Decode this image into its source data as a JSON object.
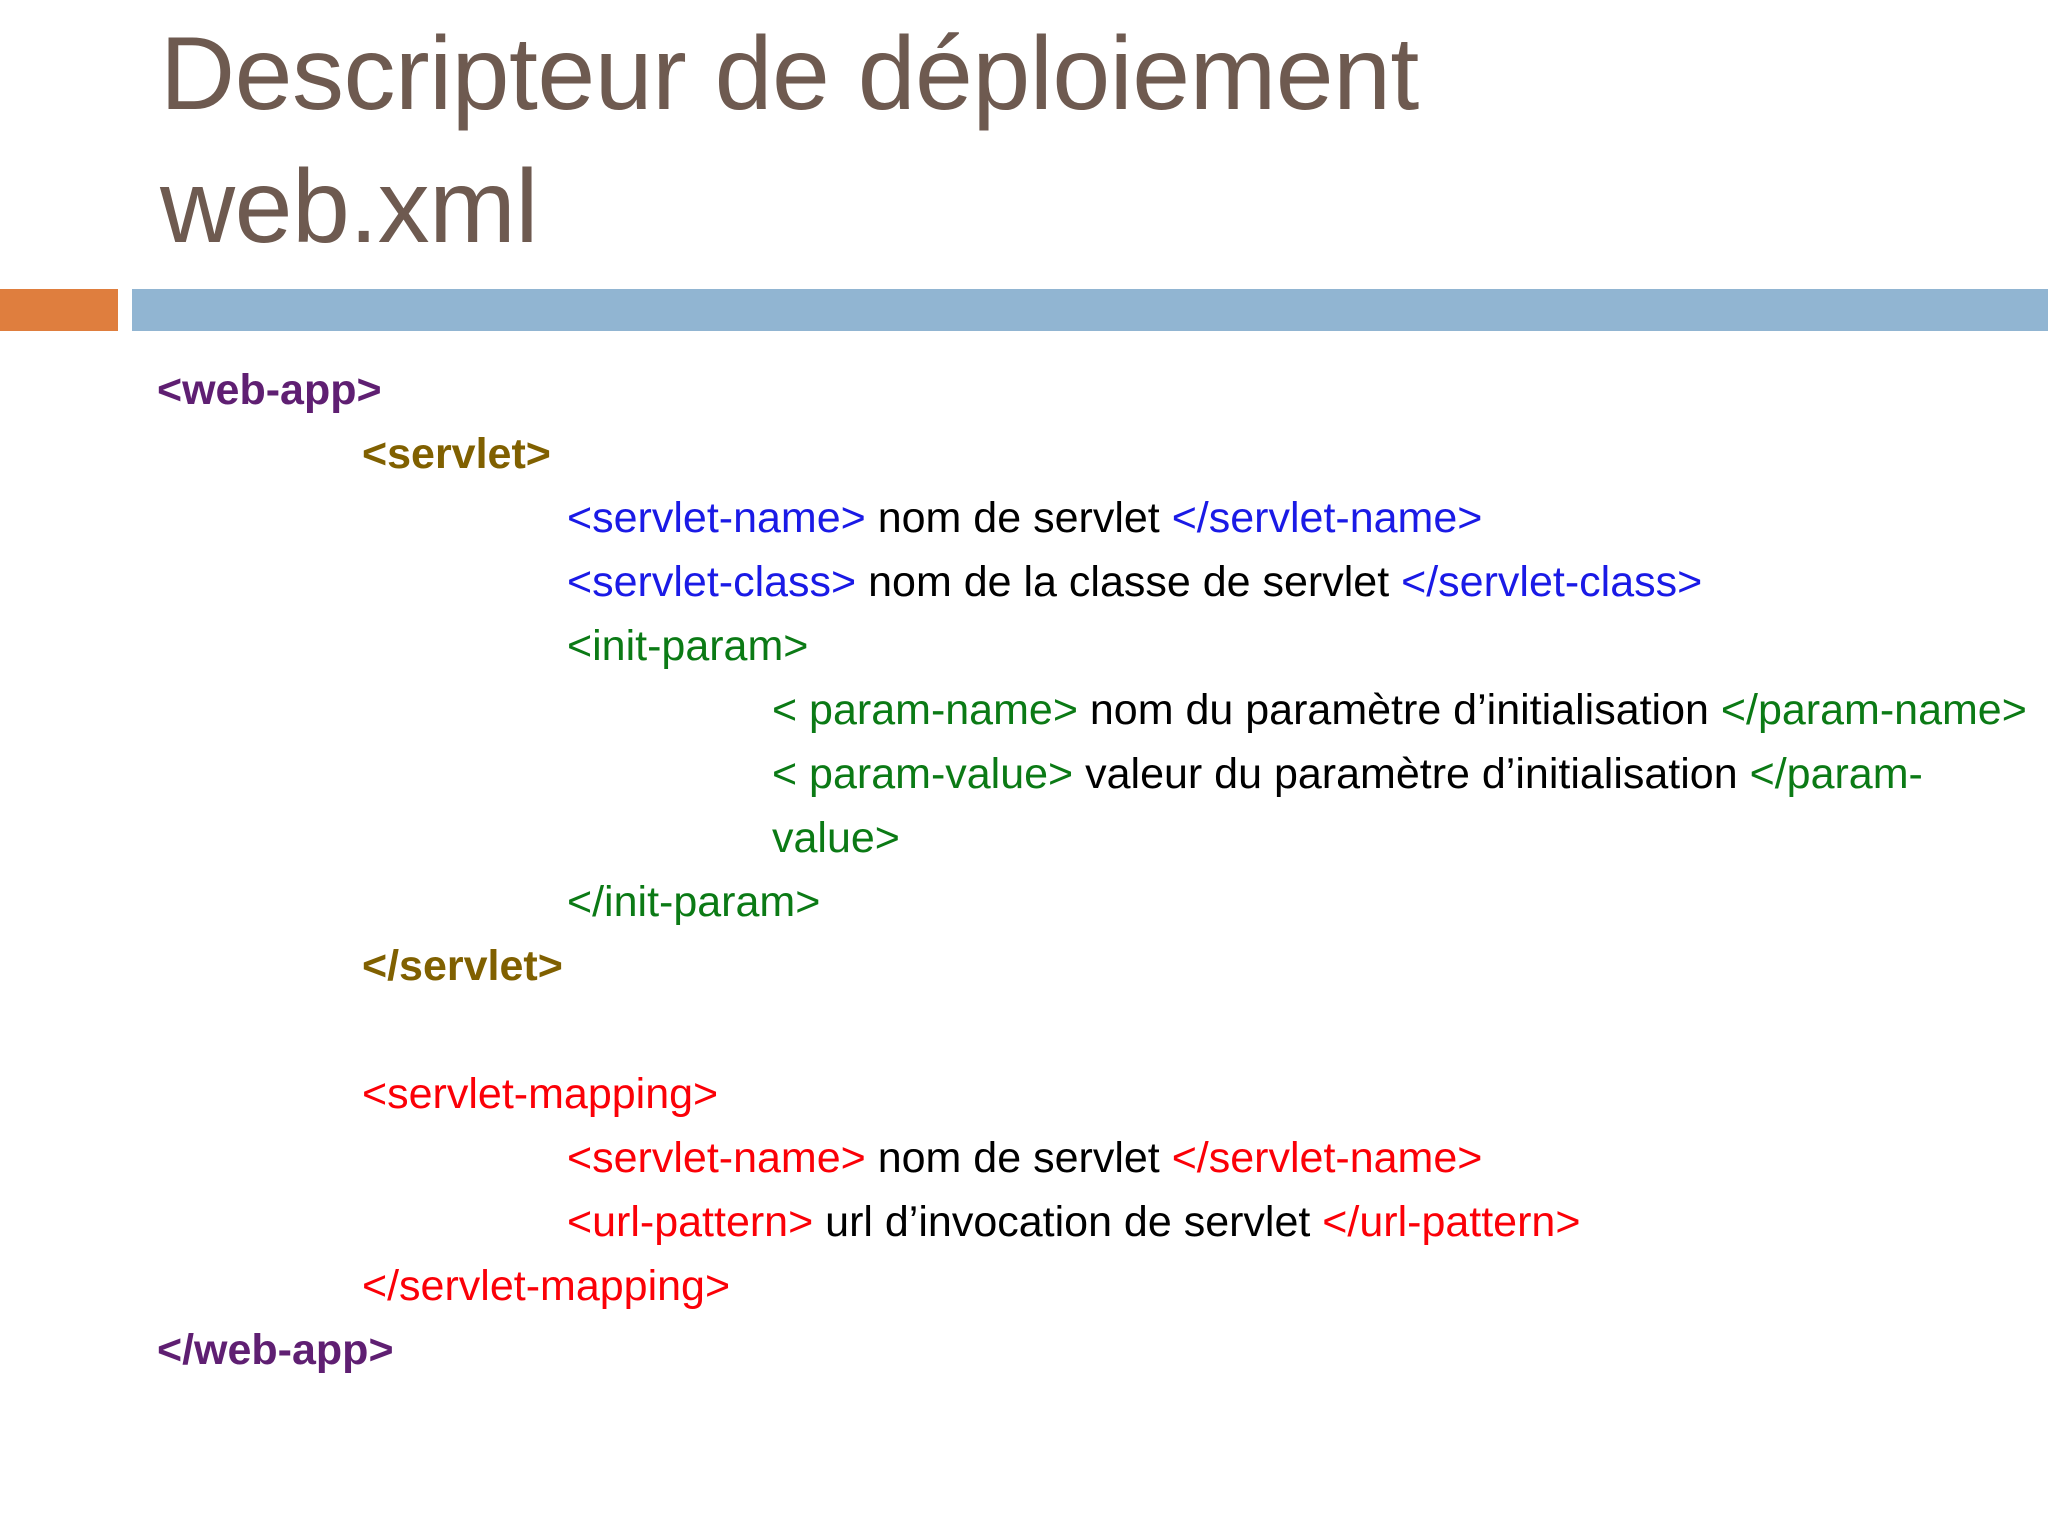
{
  "slide": {
    "title": "Descripteur de déploiement\nweb.xml",
    "title_color": "#6E5A50",
    "accent_bar_color": "#DF7E3E",
    "main_bar_color": "#91B5D2",
    "background_color": "#FFFFFF"
  },
  "palette": {
    "webapp_tag": "#5F1F72",
    "servlet_tag": "#806000",
    "blue_tag": "#1A1AE6",
    "green_tag": "#0B7A15",
    "red_tag": "#FB0007",
    "body_text": "#000000"
  },
  "code": {
    "lines": [
      {
        "indent": 0,
        "parts": [
          {
            "style": "webapp",
            "text": "<web-app>"
          }
        ]
      },
      {
        "indent": 1,
        "parts": [
          {
            "style": "servlet",
            "text": "<servlet>"
          }
        ]
      },
      {
        "indent": 2,
        "parts": [
          {
            "style": "blue",
            "text": "<servlet-name>"
          },
          {
            "style": "plain",
            "text": " nom de servlet "
          },
          {
            "style": "blue",
            "text": "</servlet-name>"
          }
        ]
      },
      {
        "indent": 2,
        "parts": [
          {
            "style": "blue",
            "text": "<servlet-class>"
          },
          {
            "style": "plain",
            "text": " nom de la classe de servlet "
          },
          {
            "style": "blue",
            "text": "</servlet-class>"
          }
        ]
      },
      {
        "indent": 2,
        "parts": [
          {
            "style": "green",
            "text": "<init-param>"
          }
        ]
      },
      {
        "indent": 3,
        "wrap": true,
        "parts": [
          {
            "style": "green",
            "text": "< param-name>"
          },
          {
            "style": "plain",
            "text": " nom du paramètre d’initialisation "
          },
          {
            "style": "green",
            "text": "</param-name>"
          }
        ]
      },
      {
        "indent": 3,
        "wrap": true,
        "parts": [
          {
            "style": "green",
            "text": "< param-value>"
          },
          {
            "style": "plain",
            "text": " valeur du paramètre d’initialisation "
          },
          {
            "style": "green",
            "text": "</param-value>"
          }
        ]
      },
      {
        "indent": 2,
        "parts": [
          {
            "style": "green",
            "text": "</init-param>"
          }
        ]
      },
      {
        "indent": 1,
        "parts": [
          {
            "style": "servlet",
            "text": "</servlet>"
          }
        ]
      },
      {
        "indent": 1,
        "blank": true,
        "parts": []
      },
      {
        "indent": 1,
        "parts": [
          {
            "style": "red",
            "text": "<servlet-mapping>"
          }
        ]
      },
      {
        "indent": 2,
        "parts": [
          {
            "style": "red",
            "text": "<servlet-name>"
          },
          {
            "style": "plain",
            "text": " nom de servlet "
          },
          {
            "style": "red",
            "text": "</servlet-name>"
          }
        ]
      },
      {
        "indent": 2,
        "parts": [
          {
            "style": "red",
            "text": "<url-pattern>"
          },
          {
            "style": "plain",
            "text": " url d’invocation de servlet "
          },
          {
            "style": "red",
            "text": "</url-pattern>"
          }
        ]
      },
      {
        "indent": 1,
        "parts": [
          {
            "style": "red",
            "text": "</servlet-mapping>"
          }
        ]
      },
      {
        "indent": 0,
        "parts": [
          {
            "style": "webapp",
            "text": "</web-app>"
          }
        ]
      }
    ]
  }
}
